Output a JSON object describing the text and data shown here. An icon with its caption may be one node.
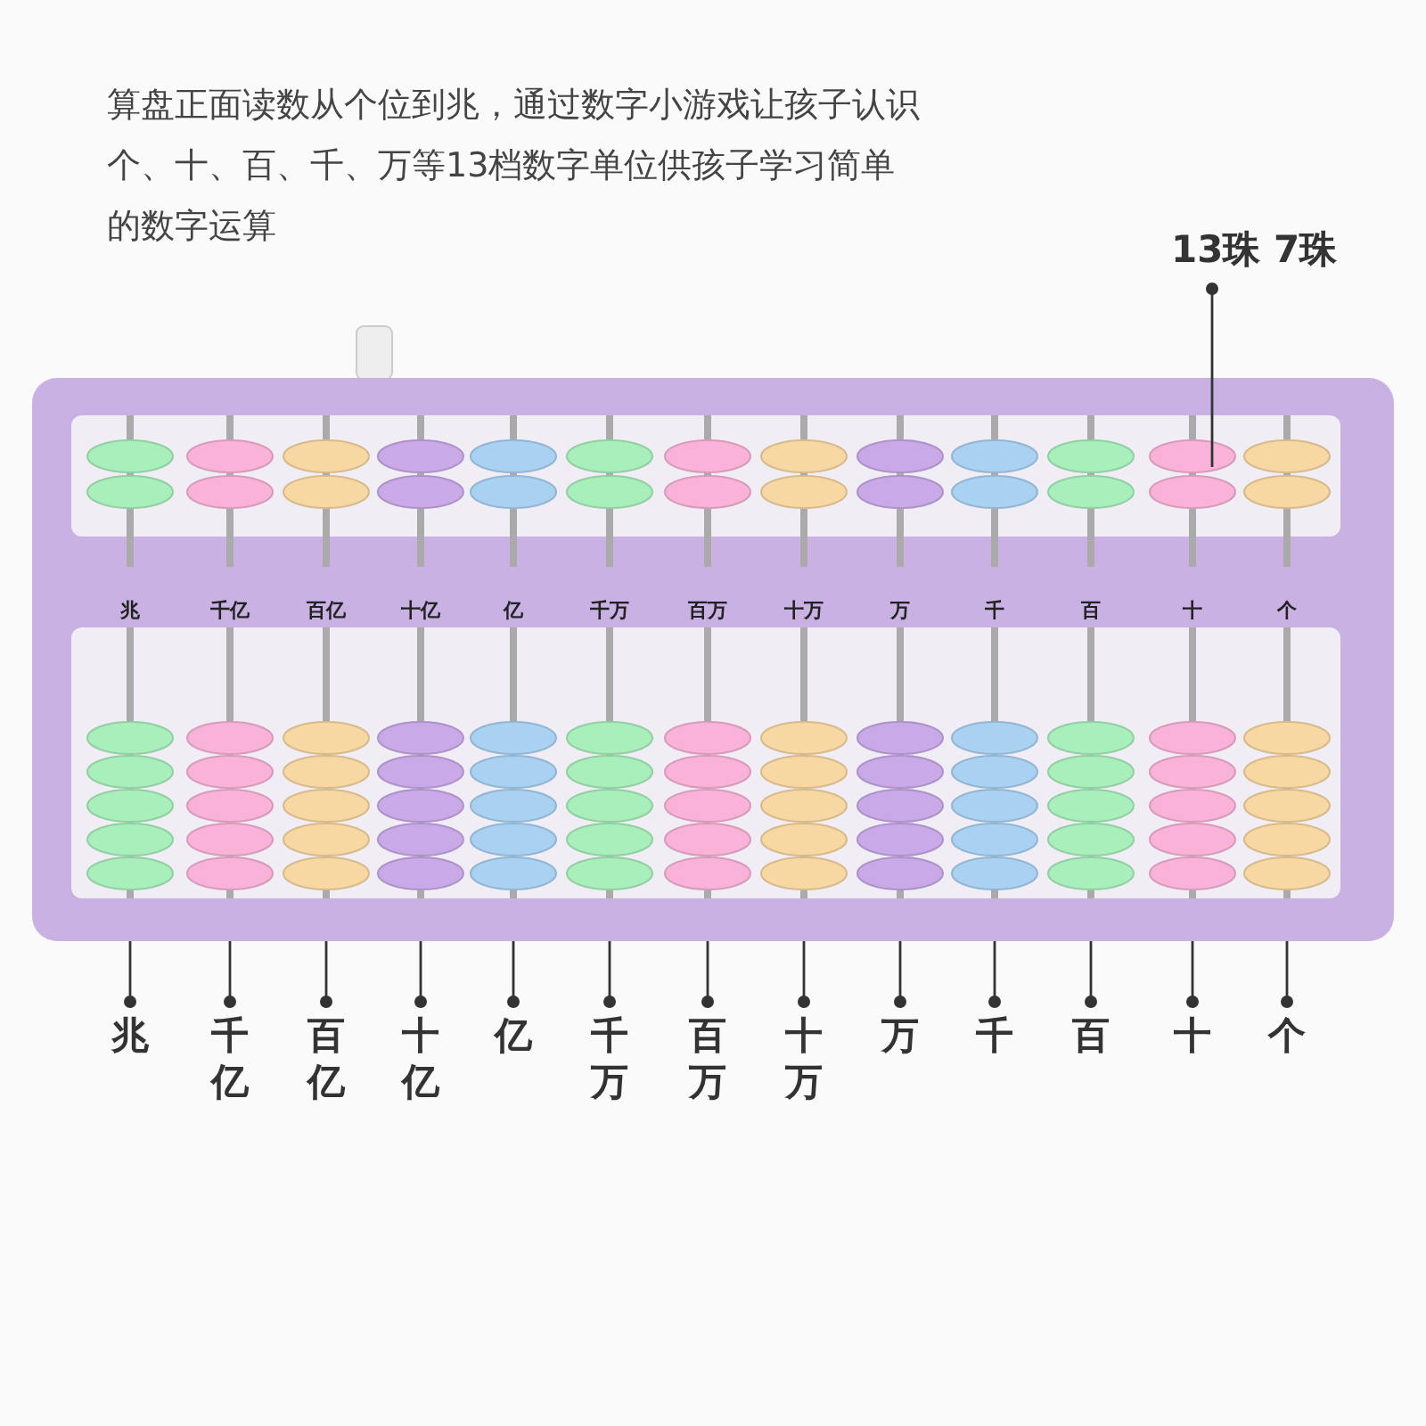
{
  "diagram": {
    "nodes": [
      {
        "text": [
          "13珠 7珠"
        ]
      },
      {
        "text": [
          "兆"
        ]
      },
      {
        "text": [
          "千亿"
        ]
      },
      {
        "text": [
          "百亿"
        ]
      },
      {
        "text": [
          "十亿"
        ]
      },
      {
        "text": [
          "亿"
        ]
      },
      {
        "text": [
          "千万"
        ]
      },
      {
        "text": [
          "百万"
        ]
      },
      {
        "text": [
          "十万"
        ]
      },
      {
        "text": [
          "万"
        ]
      },
      {
        "text": [
          "千"
        ]
      },
      {
        "text": [
          "百"
        ]
      },
      {
        "text": [
          "十"
        ]
      },
      {
        "text": [
          "个"
        ]
      }
    ],
    "edges": [
      {
        "from": 0,
        "to": null,
        "arrow": "other"
      },
      {
        "from": 1,
        "to": null,
        "arrow": "other"
      },
      {
        "from": 2,
        "to": null,
        "arrow": "other"
      },
      {
        "from": 3,
        "to": null,
        "arrow": "other"
      },
      {
        "from": 4,
        "to": null,
        "arrow": "other"
      },
      {
        "from": 5,
        "to": null,
        "arrow": "other"
      },
      {
        "from": 6,
        "to": null,
        "arrow": "other"
      },
      {
        "from": 7,
        "to": null,
        "arrow": "other"
      },
      {
        "from": 8,
        "to": null,
        "arrow": "other"
      },
      {
        "from": 9,
        "to": null,
        "arrow": "other"
      },
      {
        "from": 10,
        "to": null,
        "arrow": "other"
      },
      {
        "from": 11,
        "to": null,
        "arrow": "other"
      },
      {
        "from": 12,
        "to": null,
        "arrow": "other"
      },
      {
        "from": 13,
        "to": null,
        "arrow": "other"
      }
    ],
    "labels": [
      "算盘正面读数从个位到兆，通过数字小游戏让孩子认识个、十、百、千、万等13档数字单位供孩子学习简单的数字运算",
      "兆",
      "千亿",
      "百亿",
      "十亿",
      "亿",
      "千万",
      "百万",
      "十万",
      "万",
      "千",
      "百",
      "十",
      "个"
    ]
  }
}
